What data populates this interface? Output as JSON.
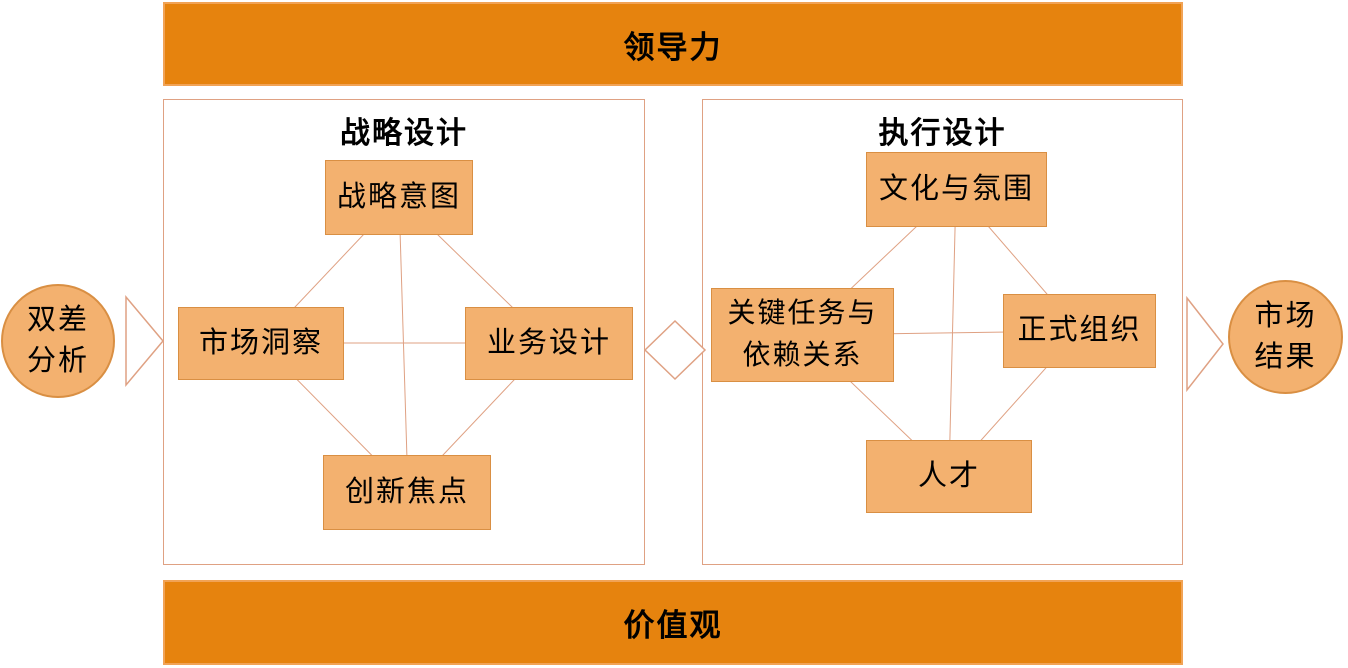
{
  "colors": {
    "bar_fill": "#E6830E",
    "bar_border": "#F1A356",
    "node_fill": "#F3B16F",
    "node_border": "#D98F43",
    "connector": "#DFA183",
    "text": "#000000",
    "background": "#FFFFFF"
  },
  "top_bar": {
    "label": "领导力"
  },
  "bottom_bar": {
    "label": "价值观"
  },
  "left_terminal": {
    "line1": "双差",
    "line2": "分析"
  },
  "right_terminal": {
    "line1": "市场",
    "line2": "结果"
  },
  "strategy_panel": {
    "title": "战略设计",
    "nodes": {
      "top": "战略意图",
      "left": "市场洞察",
      "right": "业务设计",
      "bottom": "创新焦点"
    }
  },
  "execution_panel": {
    "title": "执行设计",
    "nodes": {
      "top": "文化与氛围",
      "left_line1": "关键任务与",
      "left_line2": "依赖关系",
      "right": "正式组织",
      "bottom": "人才"
    }
  }
}
